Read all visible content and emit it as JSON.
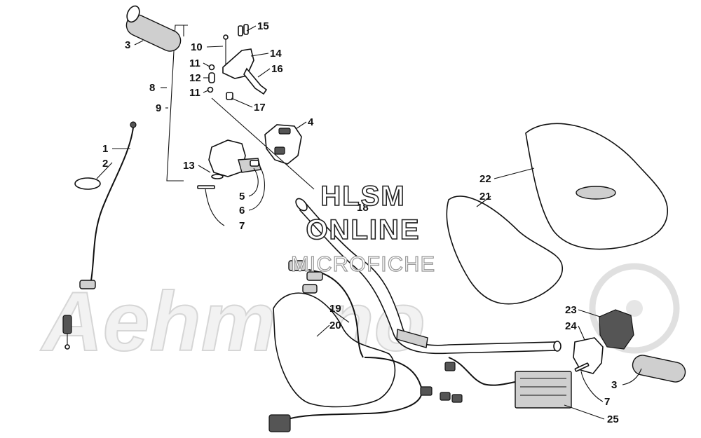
{
  "watermark": {
    "line1": "HLSM",
    "line2": "ONLINE",
    "line3": "MICROFICHE",
    "brand": "Aehmeno"
  },
  "callouts": [
    {
      "id": "c15",
      "label": "15"
    },
    {
      "id": "c3a",
      "label": "3"
    },
    {
      "id": "c10",
      "label": "10"
    },
    {
      "id": "c14",
      "label": "14"
    },
    {
      "id": "c11a",
      "label": "11"
    },
    {
      "id": "c16",
      "label": "16"
    },
    {
      "id": "c12",
      "label": "12"
    },
    {
      "id": "c8",
      "label": "8"
    },
    {
      "id": "c11b",
      "label": "11"
    },
    {
      "id": "c9",
      "label": "9"
    },
    {
      "id": "c17",
      "label": "17"
    },
    {
      "id": "c4",
      "label": "4"
    },
    {
      "id": "c1",
      "label": "1"
    },
    {
      "id": "c2",
      "label": "2"
    },
    {
      "id": "c13",
      "label": "13"
    },
    {
      "id": "c22",
      "label": "22"
    },
    {
      "id": "c21",
      "label": "21"
    },
    {
      "id": "c5",
      "label": "5"
    },
    {
      "id": "c18",
      "label": "18"
    },
    {
      "id": "c6",
      "label": "6"
    },
    {
      "id": "c7a",
      "label": "7"
    },
    {
      "id": "c19",
      "label": "19"
    },
    {
      "id": "c20",
      "label": "20"
    },
    {
      "id": "c23",
      "label": "23"
    },
    {
      "id": "c24",
      "label": "24"
    },
    {
      "id": "c3b",
      "label": "3"
    },
    {
      "id": "c7b",
      "label": "7"
    },
    {
      "id": "c25",
      "label": "25"
    }
  ]
}
